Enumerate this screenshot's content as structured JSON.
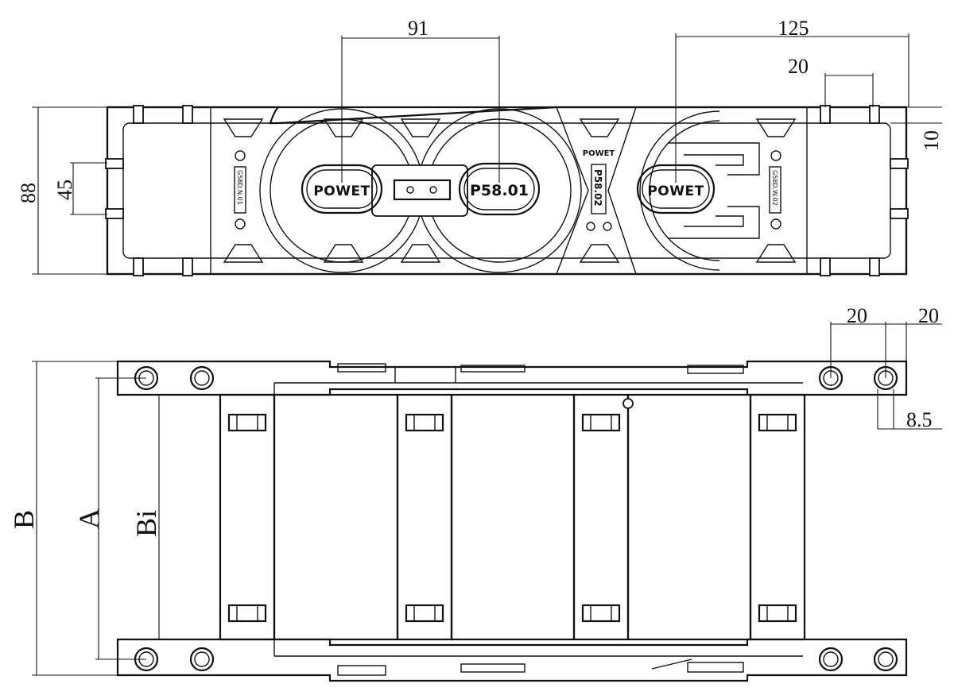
{
  "top_view": {
    "dimensions": {
      "pitch_left": "91",
      "pitch_right": "125",
      "end_pitch": "20",
      "end_offset": "10",
      "height_total": "88",
      "height_inner": "45"
    },
    "labels": {
      "brand_left": "POWET",
      "model_center": "P58.01",
      "brand_right": "POWET",
      "model_vertical": "P58.02",
      "brand_small": "POWET",
      "side_code_left": "G58D.N.01",
      "side_code_right": "G58D.W.02"
    }
  },
  "bottom_view": {
    "dimensions": {
      "hole_pitch": "20",
      "hole_edge": "20",
      "hole_offset": "8.5"
    },
    "labels": {
      "B": "B",
      "A": "A",
      "Bi": "Bi"
    }
  }
}
